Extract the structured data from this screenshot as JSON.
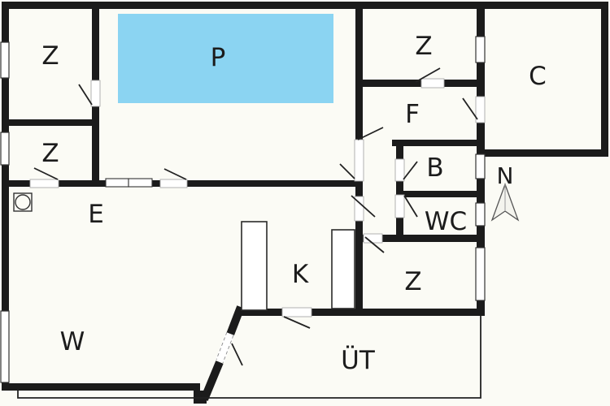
{
  "plan": {
    "type": "floor-plan",
    "rooms": [
      {
        "name": "bedroom-upper-left",
        "label": "Z"
      },
      {
        "name": "bedroom-lower-left",
        "label": "Z"
      },
      {
        "name": "pool-hall",
        "label": "P"
      },
      {
        "name": "bedroom-upper-right",
        "label": "Z"
      },
      {
        "name": "carport",
        "label": "C"
      },
      {
        "name": "entrance-hall",
        "label": "F"
      },
      {
        "name": "bathroom",
        "label": "B"
      },
      {
        "name": "wc",
        "label": "WC"
      },
      {
        "name": "bedroom-lower-right",
        "label": "Z"
      },
      {
        "name": "dining-area",
        "label": "E"
      },
      {
        "name": "kitchen",
        "label": "K"
      },
      {
        "name": "living-room",
        "label": "W"
      },
      {
        "name": "covered-terrace",
        "label": "ÜT"
      }
    ],
    "compass": {
      "label": "N"
    },
    "colors": {
      "wall": "#1b1b1b",
      "pool": "#8BD4F2",
      "background": "#FBFBF5",
      "label": "#1c1c1c"
    }
  }
}
